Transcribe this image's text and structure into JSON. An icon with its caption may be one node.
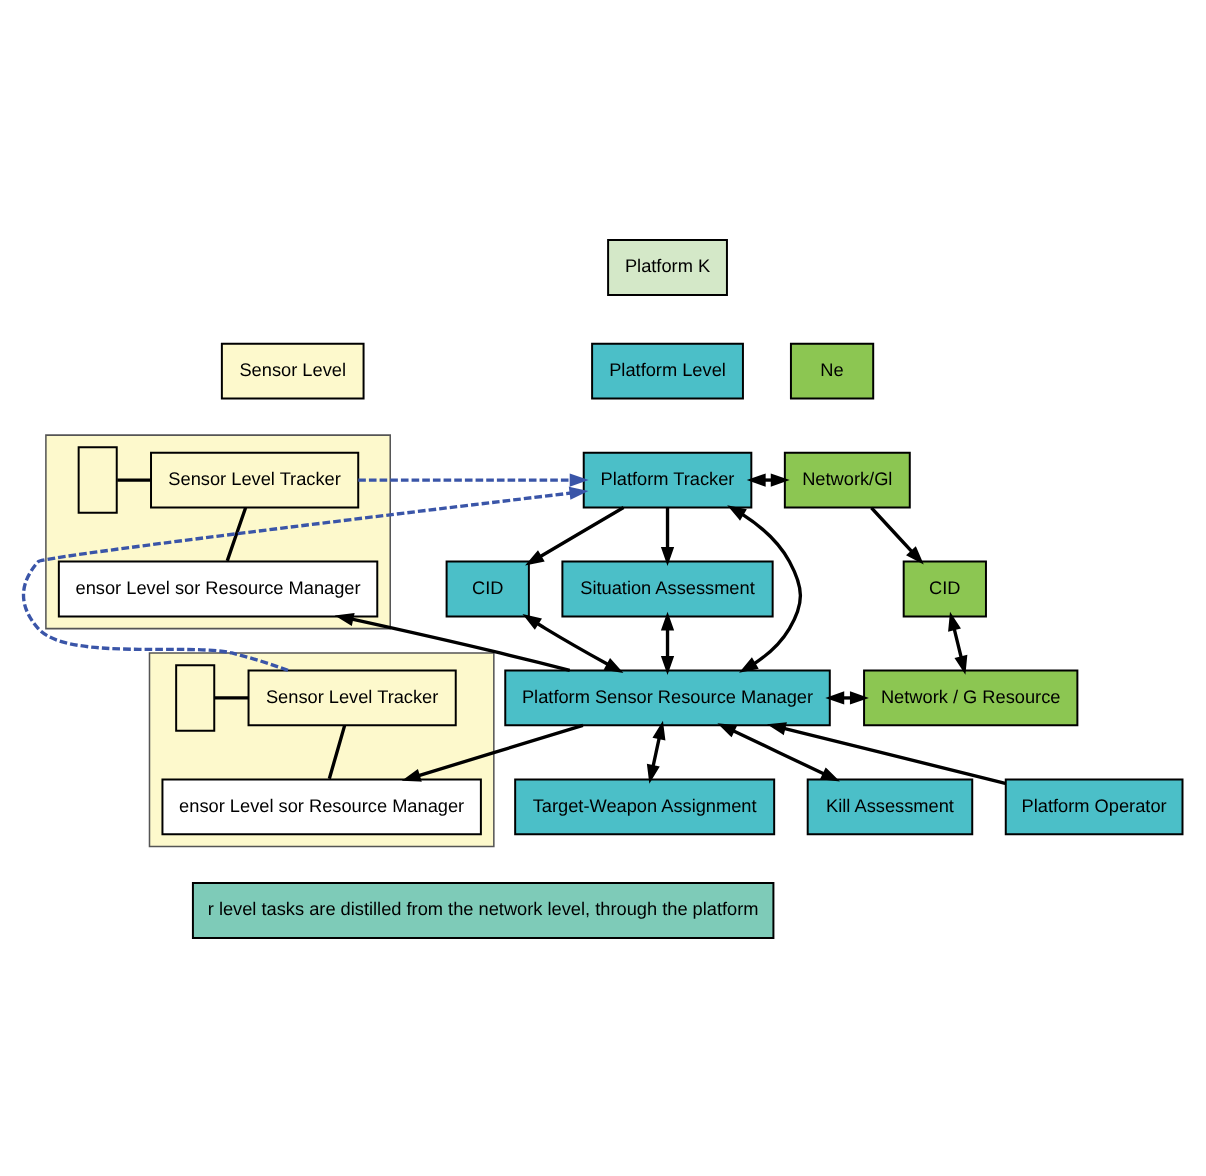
{
  "diagram": {
    "nodes": [
      {
        "text": [
          "Platform K"
        ]
      },
      {
        "text": [
          "Sensor Level"
        ]
      },
      {
        "text": [
          "Platform Level"
        ]
      },
      {
        "text": [
          "Ne"
        ]
      },
      {
        "text": [],
        "shape": "box"
      },
      {
        "text": [],
        "shape": "box",
        "in": 4
      },
      {
        "text": [
          "Sensor Level Tracker"
        ],
        "in": 4
      },
      {
        "text": [
          "ensor Level sor Resource Manager"
        ],
        "in": 4
      },
      {
        "text": [],
        "shape": "box"
      },
      {
        "text": [],
        "shape": "box",
        "in": 8
      },
      {
        "text": [
          "Sensor Level Tracker"
        ],
        "in": 8
      },
      {
        "text": [
          "ensor Level sor Resource Manager"
        ],
        "in": 8
      },
      {
        "text": [
          "Platform Tracker"
        ]
      },
      {
        "text": [
          "CID"
        ]
      },
      {
        "text": [
          "Situation Assessment"
        ]
      },
      {
        "text": [
          "Platform Sensor Resource Manager"
        ]
      },
      {
        "text": [
          "Platform Operator"
        ]
      },
      {
        "text": [
          "Target-Weapon Assignment"
        ]
      },
      {
        "text": [
          "Kill Assessment"
        ]
      },
      {
        "text": [
          "Network/Gl"
        ]
      },
      {
        "text": [
          "CID"
        ]
      },
      {
        "text": [
          "Network / G Resource"
        ]
      },
      {
        "text": [
          "r level tasks are distilled from the network level, through the platform"
        ]
      }
    ],
    "edges": [
      {
        "from": 5,
        "to": 6,
        "arrow": "none"
      },
      {
        "from": 6,
        "to": 7,
        "arrow": "none"
      },
      {
        "from": 9,
        "to": 10,
        "arrow": "none"
      },
      {
        "from": 10,
        "to": 11,
        "arrow": "none"
      },
      {
        "from": 6,
        "to": 12,
        "arrow": "to",
        "style": "dashed",
        "color": "#3a55a8"
      },
      {
        "from": 10,
        "to": 12,
        "arrow": "to",
        "style": "dashed",
        "color": "#3a55a8"
      },
      {
        "from": 15,
        "to": 7,
        "arrow": "to"
      },
      {
        "from": 15,
        "to": 11,
        "arrow": "to"
      },
      {
        "from": 16,
        "to": 15,
        "arrow": "to"
      },
      {
        "from": 12,
        "to": 13,
        "arrow": "to"
      },
      {
        "from": 12,
        "to": 14,
        "arrow": "to"
      },
      {
        "from": 13,
        "to": 15,
        "arrow": "both"
      },
      {
        "from": 12,
        "to": 15,
        "arrow": "both"
      },
      {
        "from": 14,
        "to": 15,
        "arrow": "both"
      },
      {
        "from": 15,
        "to": 17,
        "arrow": "both"
      },
      {
        "from": 15,
        "to": 18,
        "arrow": "both"
      },
      {
        "from": 12,
        "to": 19,
        "arrow": "both"
      },
      {
        "from": 19,
        "to": 20,
        "arrow": "to"
      },
      {
        "from": 20,
        "to": 21,
        "arrow": "both"
      },
      {
        "from": 15,
        "to": 21,
        "arrow": "both"
      }
    ]
  }
}
